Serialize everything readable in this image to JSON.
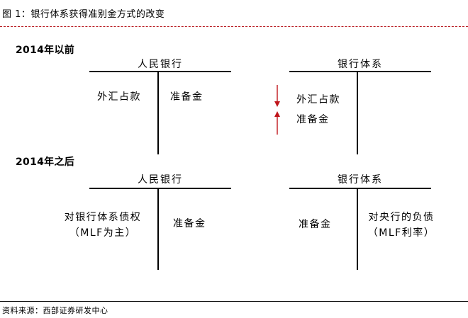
{
  "figure": {
    "title": "图 1：银行体系获得准别金方式的改变"
  },
  "before": {
    "label": "2014年以前",
    "pboc": {
      "title": "人民银行",
      "left_item": "外汇占款",
      "right_item": "准备金"
    },
    "banks": {
      "title": "银行体系",
      "item_1": "外汇占款",
      "item_2": "准备金"
    }
  },
  "after": {
    "label": "2014年之后",
    "pboc": {
      "title": "人民银行",
      "left_line1": "对银行体系债权",
      "left_line2": "（MLF为主）",
      "right_item": "准备金"
    },
    "banks": {
      "title": "银行体系",
      "left_item": "准备金",
      "right_line1": "对央行的负债",
      "right_line2": "（MLF利率）"
    }
  },
  "arrows": {
    "down_label": "decrease",
    "up_label": "increase",
    "color": "#c0151b"
  },
  "footer": {
    "source": "资料来源：西部证券研发中心"
  }
}
